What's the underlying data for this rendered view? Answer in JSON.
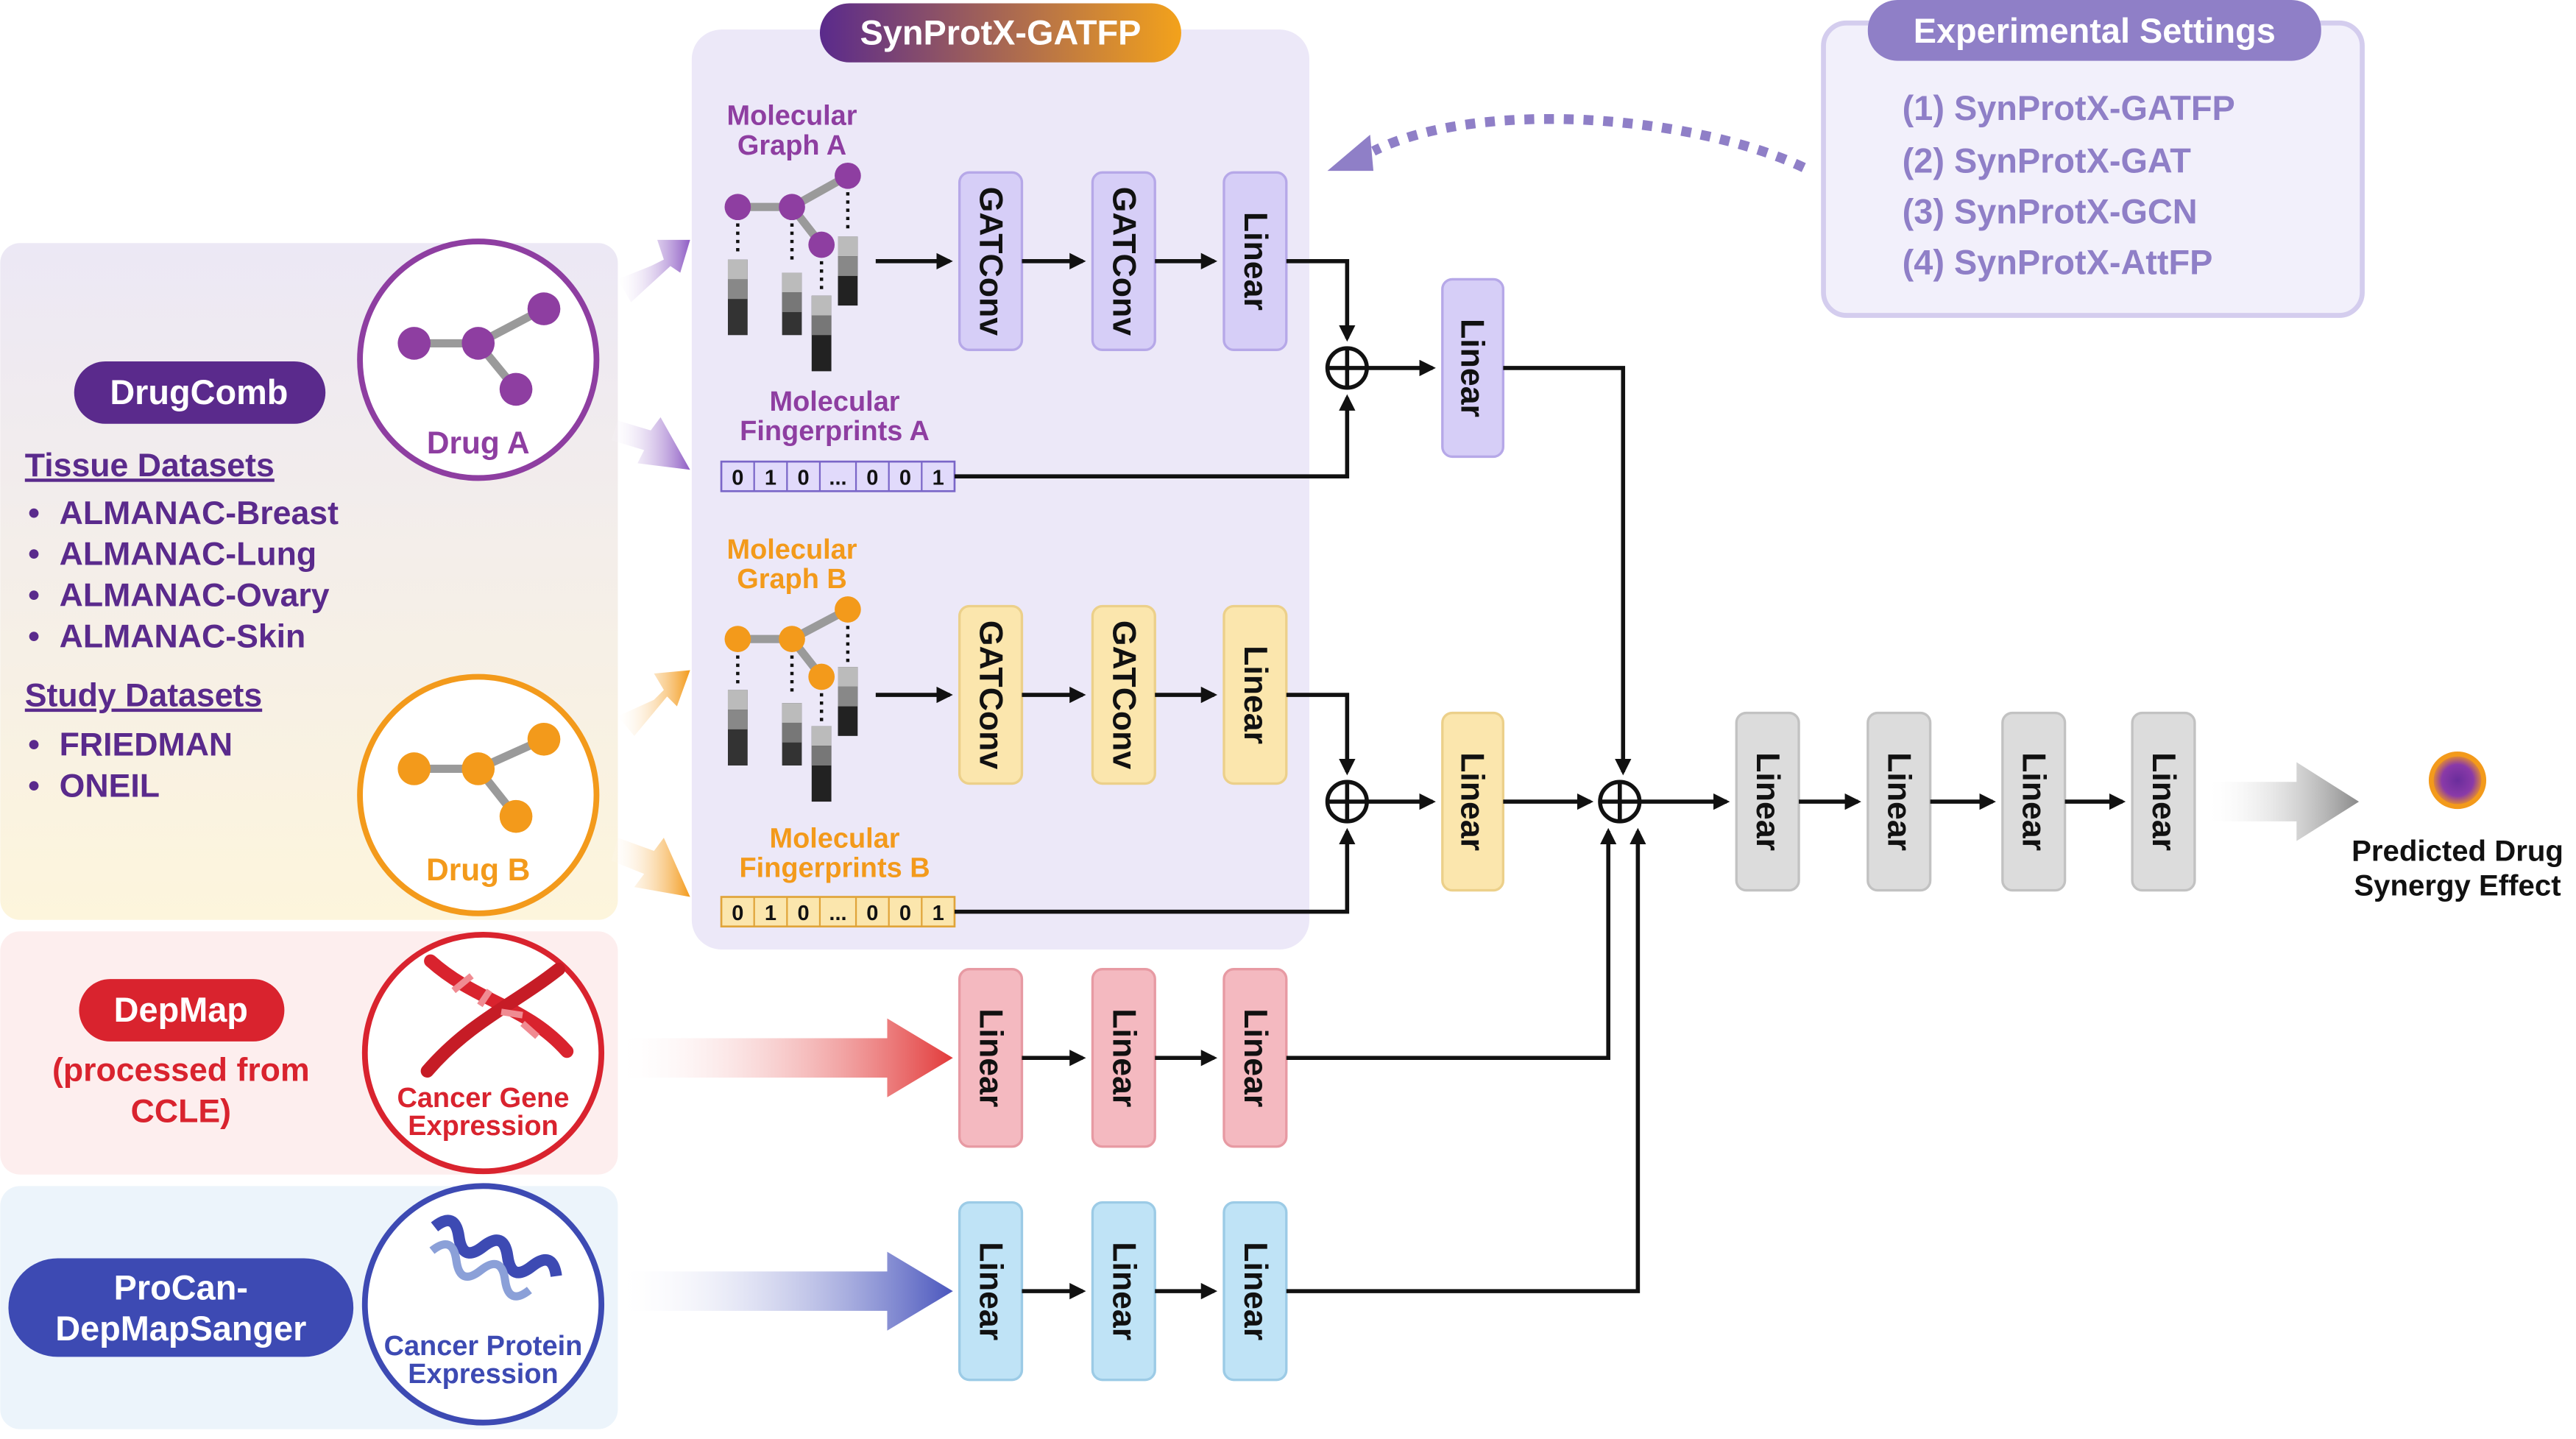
{
  "model_title": "SynProtX-GATFP",
  "experimental_settings": {
    "title": "Experimental Settings",
    "items": [
      "(1)  SynProtX-GATFP",
      "(2)  SynProtX-GAT",
      "(3)  SynProtX-GCN",
      "(4)  SynProtX-AttFP"
    ]
  },
  "drugcomb": {
    "badge": "DrugComb",
    "tissue_heading": "Tissue Datasets",
    "tissue_items": [
      "ALMANAC-Breast",
      "ALMANAC-Lung",
      "ALMANAC-Ovary",
      "ALMANAC-Skin"
    ],
    "study_heading": "Study Datasets",
    "study_items": [
      "FRIEDMAN",
      "ONEIL"
    ],
    "bullet": "•",
    "drug_a_label": "Drug A",
    "drug_b_label": "Drug B"
  },
  "depmap": {
    "badge": "DepMap",
    "note_line1": "(processed from",
    "note_line2": "CCLE)",
    "circle_line1": "Cancer Gene",
    "circle_line2": "Expression"
  },
  "procan": {
    "badge_line1": "ProCan-",
    "badge_line2": "DepMapSanger",
    "circle_line1": "Cancer Protein",
    "circle_line2": "Expression"
  },
  "branch_a": {
    "graph_label_line1": "Molecular",
    "graph_label_line2": "Graph A",
    "fp_label_line1": "Molecular",
    "fp_label_line2": "Fingerprints A",
    "fp_cells": [
      "0",
      "1",
      "0",
      "...",
      "0",
      "0",
      "1"
    ]
  },
  "branch_b": {
    "graph_label_line1": "Molecular",
    "graph_label_line2": "Graph B",
    "fp_label_line1": "Molecular",
    "fp_label_line2": "Fingerprints B",
    "fp_cells": [
      "0",
      "1",
      "0",
      "...",
      "0",
      "0",
      "1"
    ]
  },
  "layers": {
    "gatconv": "GATConv",
    "linear": "Linear"
  },
  "output": {
    "line1": "Predicted Drug",
    "line2": "Synergy Effect"
  },
  "colors": {
    "purple": "#8e3ea1",
    "purple_light": "#d6cef7",
    "orange": "#f39a1b",
    "orange_light": "#fbe6ad",
    "red": "#d9232e",
    "red_light": "#f4b9c0",
    "blue": "#3d4ab3",
    "blue_light": "#bfe3f6",
    "gray_light": "#dcdcdc",
    "settings": "#8f7fc7"
  }
}
